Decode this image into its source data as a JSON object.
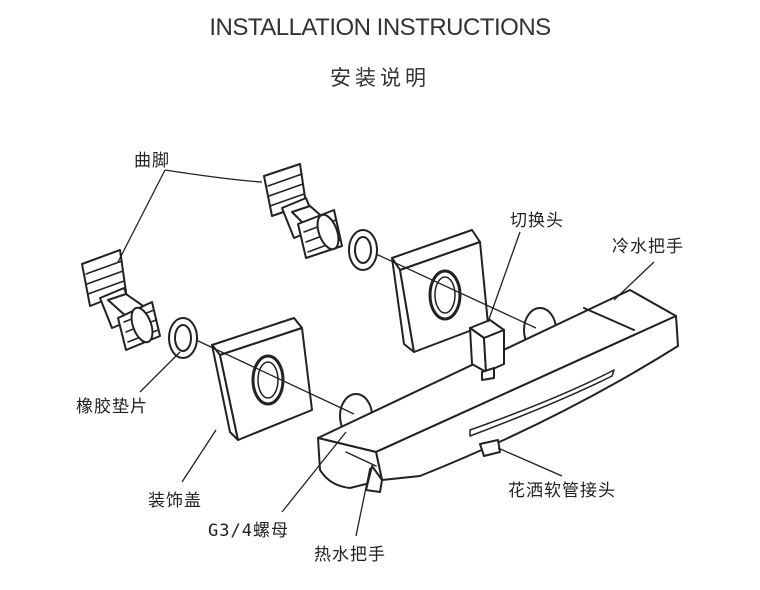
{
  "header": {
    "title": "INSTALLATION INSTRUCTIONS",
    "subtitle": "安装说明"
  },
  "labels": {
    "elbow": "曲脚",
    "rubber_washer": "橡胶垫片",
    "decor_cover": "装饰盖",
    "nut": "G3/4螺母",
    "diverter": "切换头",
    "cold_handle": "冷水把手",
    "hot_handle": "热水把手",
    "hose_connector": "花洒软管接头"
  }
}
